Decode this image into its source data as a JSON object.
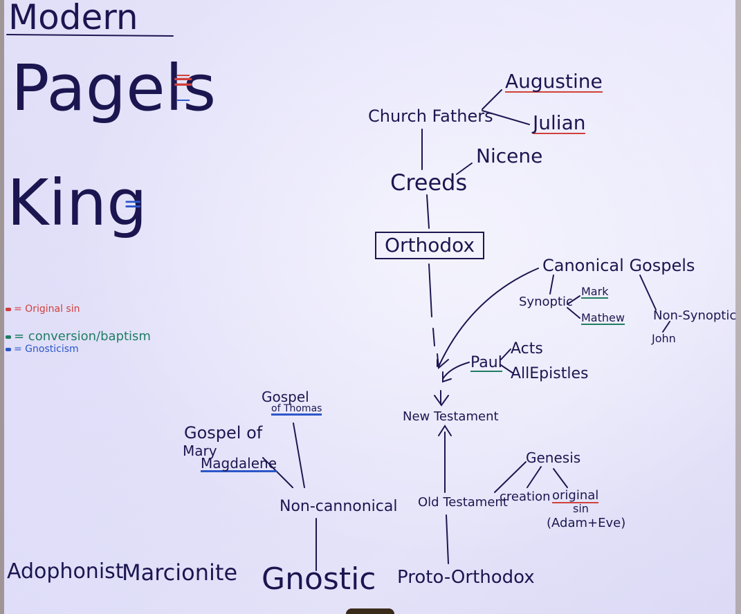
{
  "colors": {
    "ink": "#1b1650",
    "original_sin": "#d0403c",
    "conversion": "#1f7d62",
    "gnosticism": "#2b56c8"
  },
  "header": {
    "modern": "Modern"
  },
  "left": {
    "pagels": "Pagels",
    "pagels_eq": "=",
    "king": "King",
    "king_eq": "="
  },
  "legend": {
    "original_sin": "= Original sin",
    "conversion": "= conversion/baptism",
    "gnosticism": "= Gnosticism"
  },
  "nodes": {
    "augustine": "Augustine",
    "church_fathers": "Church Fathers",
    "julian": "Julian",
    "nicene": "Nicene",
    "creeds": "Creeds",
    "orthodox": "Orthodox",
    "canonical_gospels": "Canonical Gospels",
    "synoptic": "Synoptic",
    "mark": "Mark",
    "mathew": "Mathew",
    "non_synoptic": "Non-Synoptic",
    "john": "John",
    "acts": "Acts",
    "paul": "Paul",
    "all_epistles": "AllEpistles",
    "new_testament": "New Testament",
    "gospel_thomas_line1": "Gospel",
    "gospel_thomas_line2": "of Thomas",
    "gospel_mary_line1": "Gospel of",
    "gospel_mary_line2": "Mary",
    "gospel_mary_line3": "Magdalene",
    "non_canonical": "Non-cannonical",
    "genesis": "Genesis",
    "old_testament": "Old Testament",
    "creation": "creation",
    "original_sin_line1": "original",
    "original_sin_line2": "sin",
    "adam_eve": "(Adam+Eve)"
  },
  "bottom": {
    "adophonist": "Adophonist",
    "marcionite": "Marcionite",
    "gnostic": "Gnostic",
    "proto_orthodox": "Proto-Orthodox"
  }
}
